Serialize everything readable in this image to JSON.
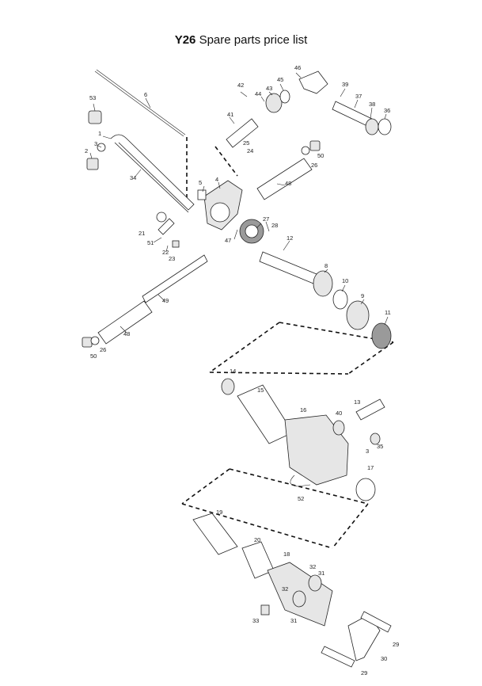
{
  "title": {
    "model": "Y26",
    "text": "Spare parts price list"
  },
  "part_labels": [
    "1",
    "2",
    "3",
    "4",
    "5",
    "6",
    "8",
    "10",
    "9",
    "11",
    "12",
    "13",
    "14",
    "15",
    "16",
    "17",
    "18",
    "19",
    "20",
    "21",
    "22",
    "23",
    "24",
    "25",
    "26",
    "27",
    "28",
    "29",
    "30",
    "31",
    "32",
    "33",
    "34",
    "35",
    "36",
    "37",
    "38",
    "39",
    "40",
    "41",
    "42",
    "43",
    "44",
    "45",
    "46",
    "47",
    "48",
    "49",
    "50",
    "51",
    "52",
    "53"
  ]
}
